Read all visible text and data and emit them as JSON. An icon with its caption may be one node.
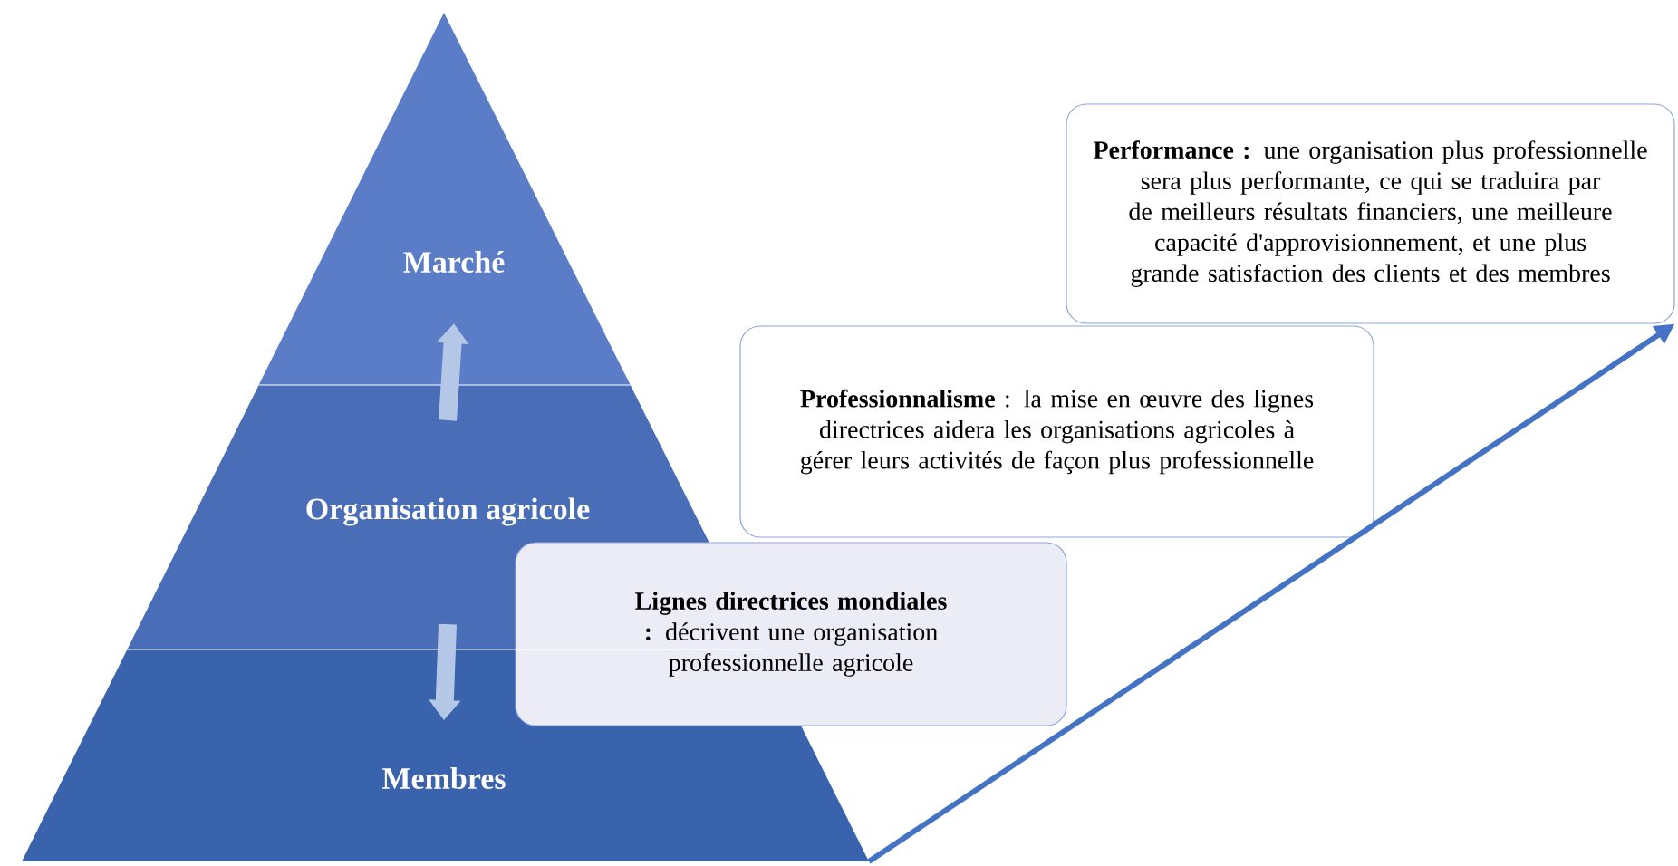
{
  "diagram": {
    "nodes": [
      {
        "text": [
          "Marché"
        ]
      },
      {
        "text": [
          "Organisation agricole"
        ]
      },
      {
        "text": [
          "Membres"
        ]
      },
      {
        "text": [
          "**Lignes directrices mondiales :** décrivent une organisation professionnelle agricole"
        ]
      },
      {
        "text": [
          "**Professionnalisme** : la mise en œuvre des lignes directrices aidera les organisations agricoles à gérer leurs activités de façon plus professionnelle"
        ]
      },
      {
        "text": [
          "**Performance :** une organisation plus professionnelle sera plus performante, ce qui se traduira par de meilleurs résultats financiers, une meilleure capacité d'approvisionnement, et une plus grande satisfaction des clients et des membres"
        ]
      }
    ],
    "edges": [
      {
        "from": 1,
        "to": 0,
        "arrow": "to"
      },
      {
        "from": 1,
        "to": 2,
        "arrow": "to"
      },
      {
        "from": 2,
        "to": 5,
        "arrow": "to",
        "color": "#4472c4"
      }
    ]
  }
}
